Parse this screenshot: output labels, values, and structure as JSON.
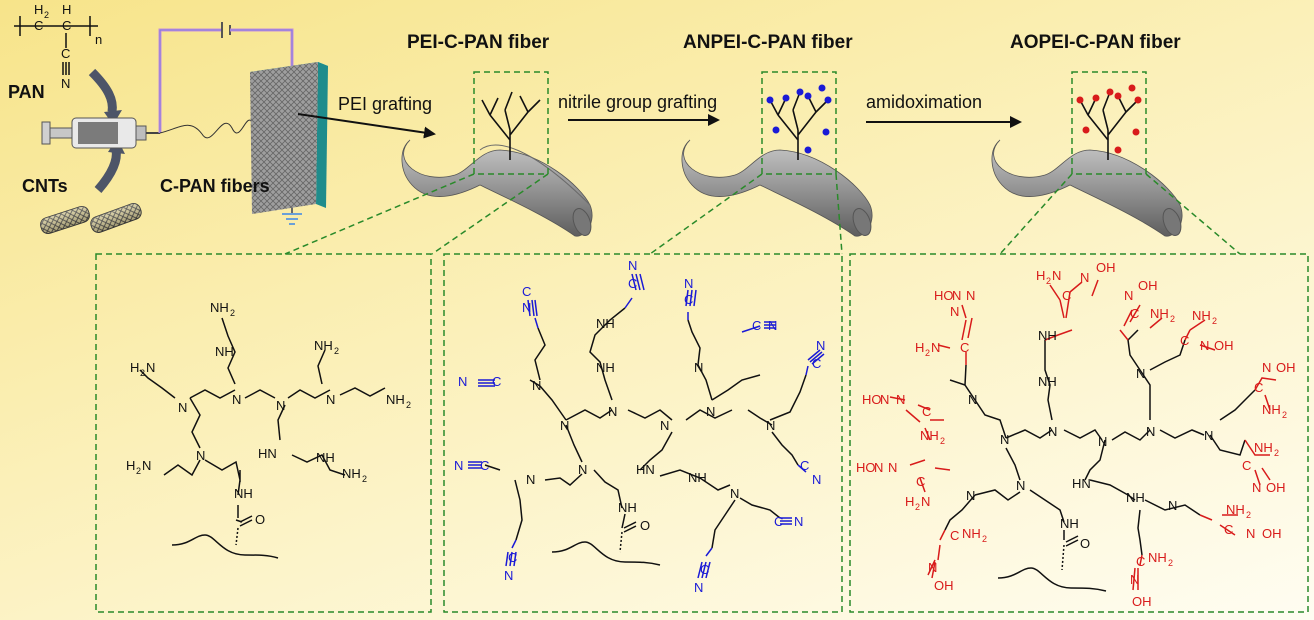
{
  "titles": {
    "pei": "PEI-C-PAN fiber",
    "anpei": "ANPEI-C-PAN fiber",
    "aopei": "AOPEI-C-PAN fiber"
  },
  "steps": {
    "pei_grafting": "PEI grafting",
    "nitrile": "nitrile group grafting",
    "amidox": "amidoximation"
  },
  "materials": {
    "pan": "PAN",
    "cnts": "CNTs",
    "cpan": "C-PAN fibers",
    "pan_formula": {
      "h2": "H",
      "h2sub": "2",
      "h": "H",
      "c1": "C",
      "c2": "C",
      "c3": "C",
      "n_sub": "n",
      "n_atom": "N"
    }
  },
  "groups": {
    "nh2": "NH",
    "sub2": "2",
    "nh": "NH",
    "hn": "HN",
    "n": "N",
    "h2n": "H",
    "o": "O",
    "cn_c": "C",
    "cn_n": "N",
    "nc_n": "N",
    "nc_c": "C",
    "hon": "HO",
    "oh": "OH",
    "ho": "HO"
  },
  "colors": {
    "dashed_box": "#2a8a2a",
    "nitrile": "#1a1ad6",
    "amidoxime": "#d81b1b",
    "fiber": "#8f8f8f"
  }
}
